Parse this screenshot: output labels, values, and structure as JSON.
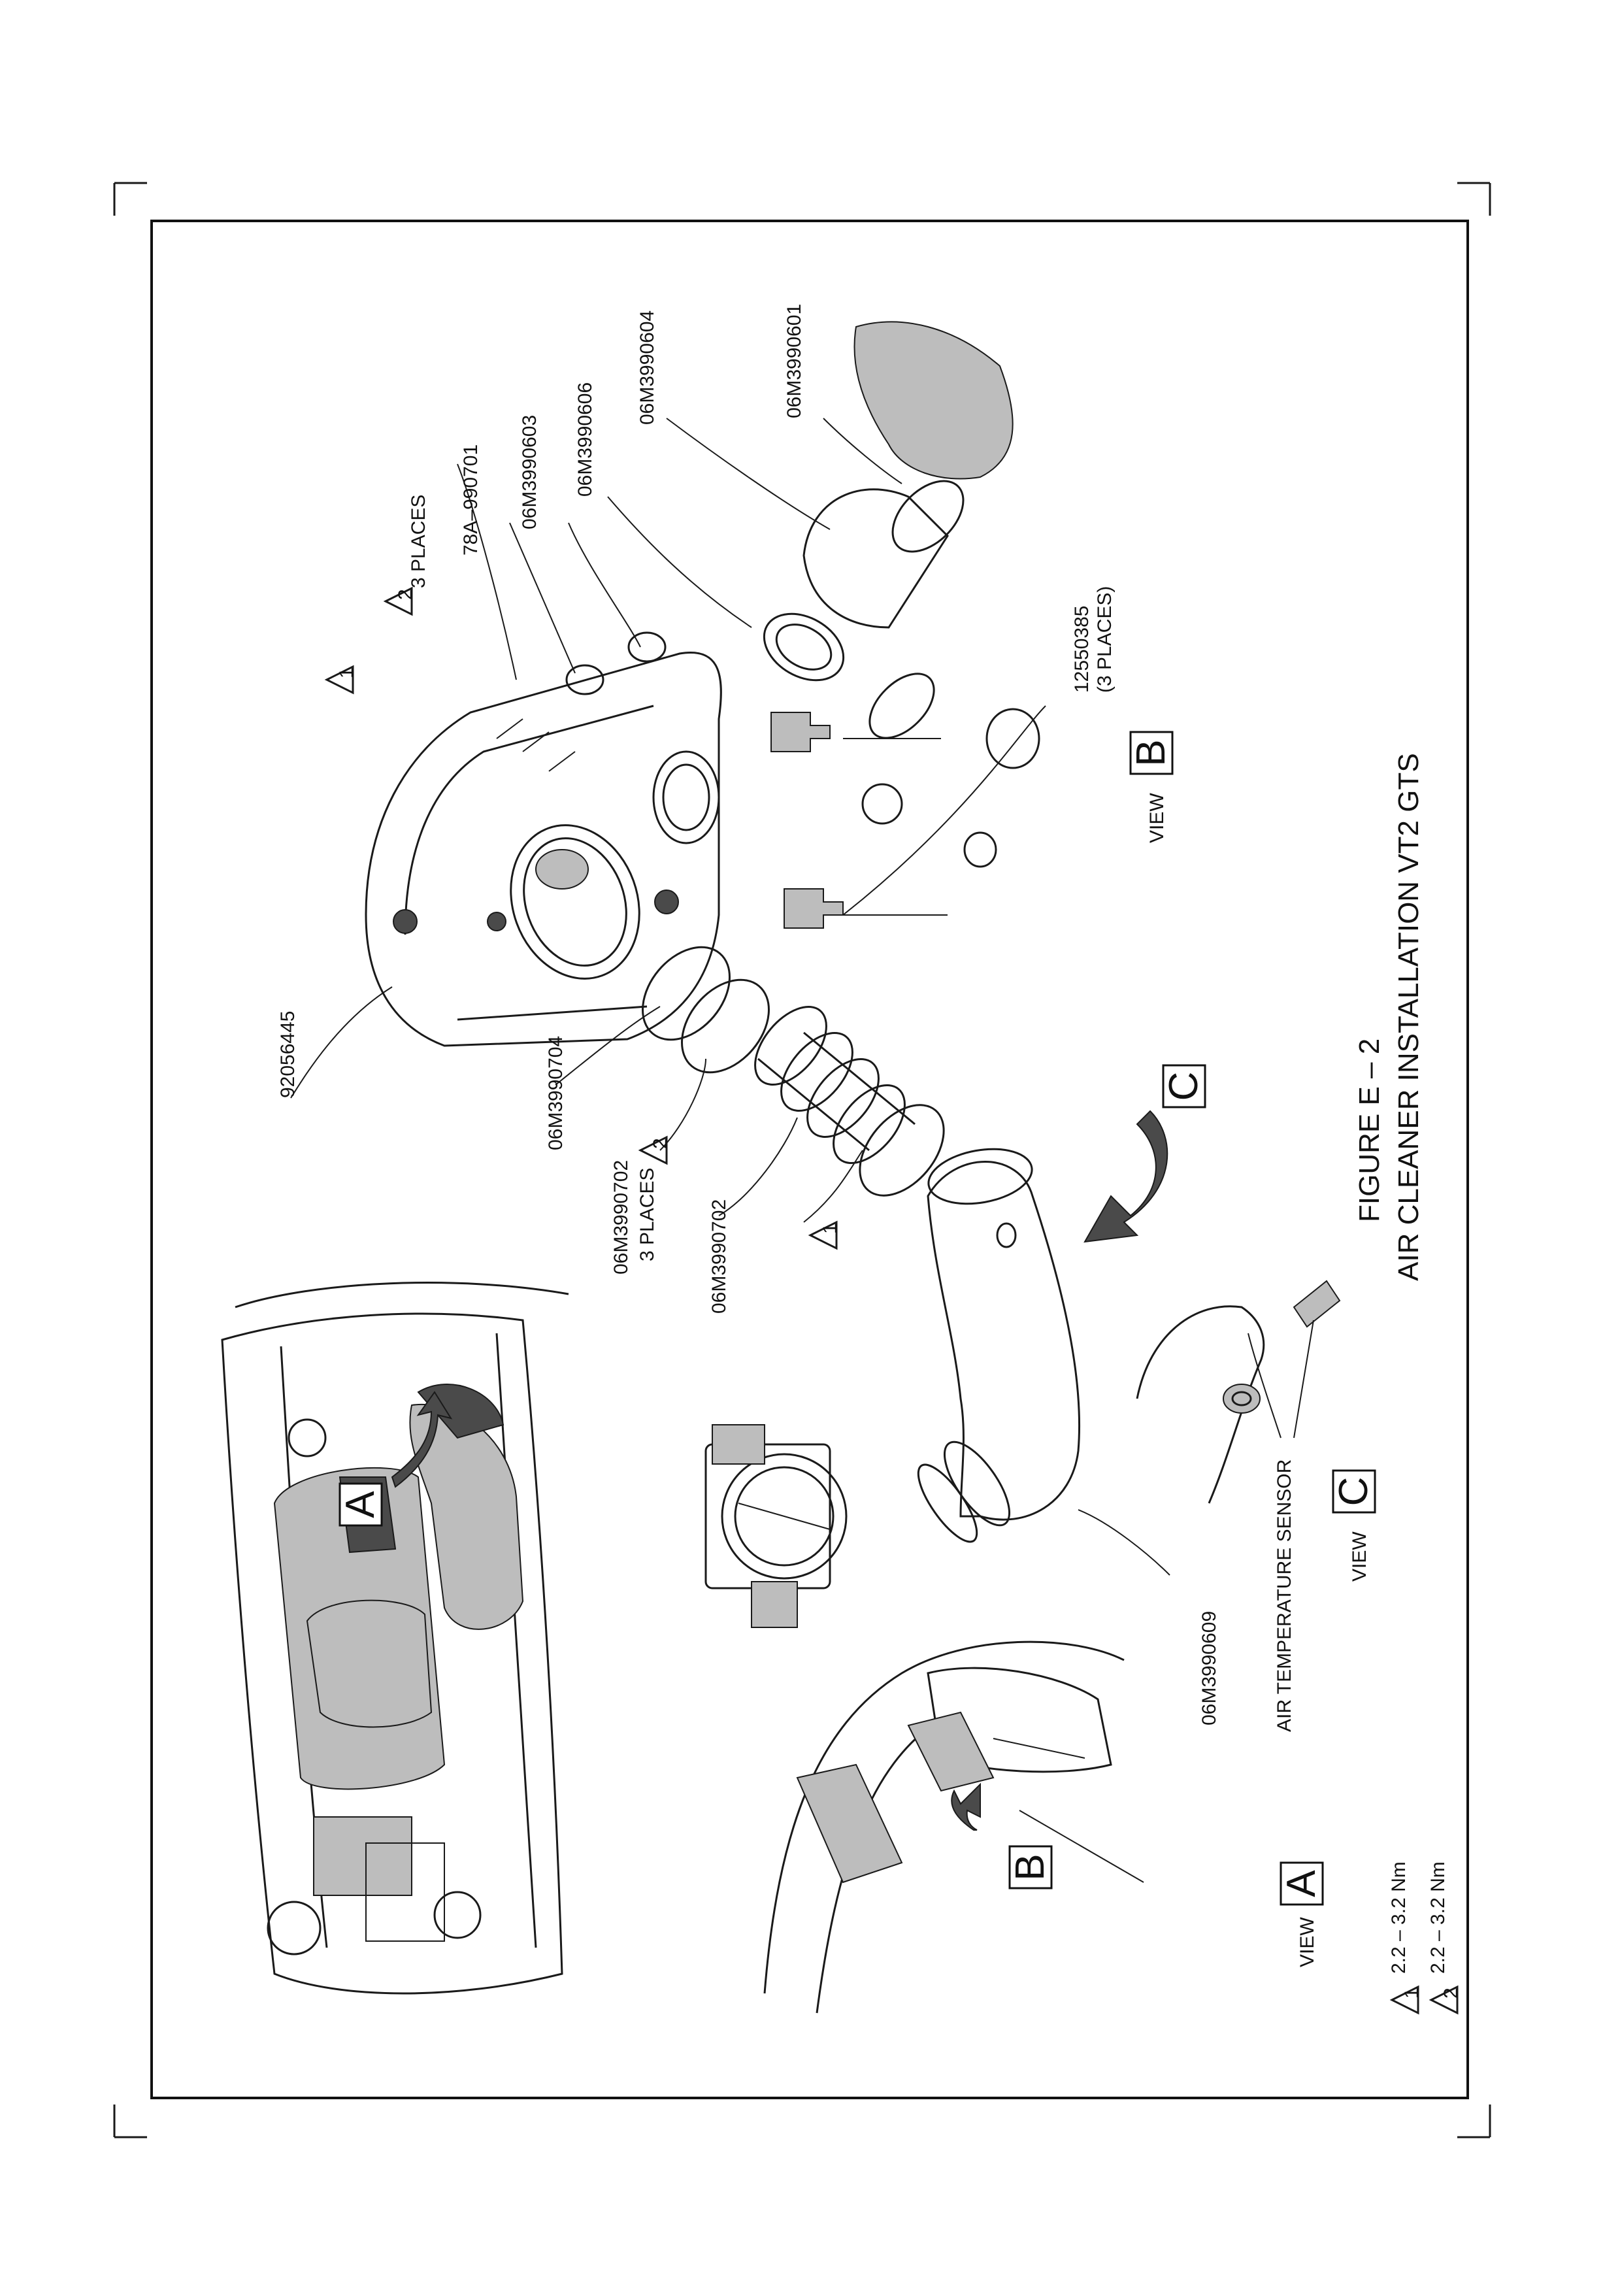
{
  "figure": {
    "number": "FIGURE E – 2",
    "title": "AIR CLEANER INSTALLATION VT2 GTS"
  },
  "part_numbers": {
    "airbox": "92056445",
    "clamp_outlet": "06M3990704",
    "clamp_3places": "06M3990702",
    "clamp_3places_note": "3 PLACES",
    "bellows": "06M3990702",
    "grommet": "78A–990701",
    "grommet_note": "3 PLACES",
    "cap": "06M3990603",
    "seal": "06M3990606",
    "snorkel": "06M3990604",
    "duct_cover": "06M3990601",
    "bolt": "12550385",
    "bolt_note": "(3 PLACES)",
    "bracket": "06M3990609",
    "sensor": "AIR TEMPERATURE SENSOR"
  },
  "views": {
    "view_word": "VIEW",
    "a": "A",
    "b": "B",
    "c": "C"
  },
  "torque_legend": [
    {
      "symbol": "1",
      "value": "2.2 – 3.2  Nm"
    },
    {
      "symbol": "2",
      "value": "2.2 – 3.2  Nm"
    }
  ],
  "triangle_marks": [
    "1",
    "2"
  ]
}
